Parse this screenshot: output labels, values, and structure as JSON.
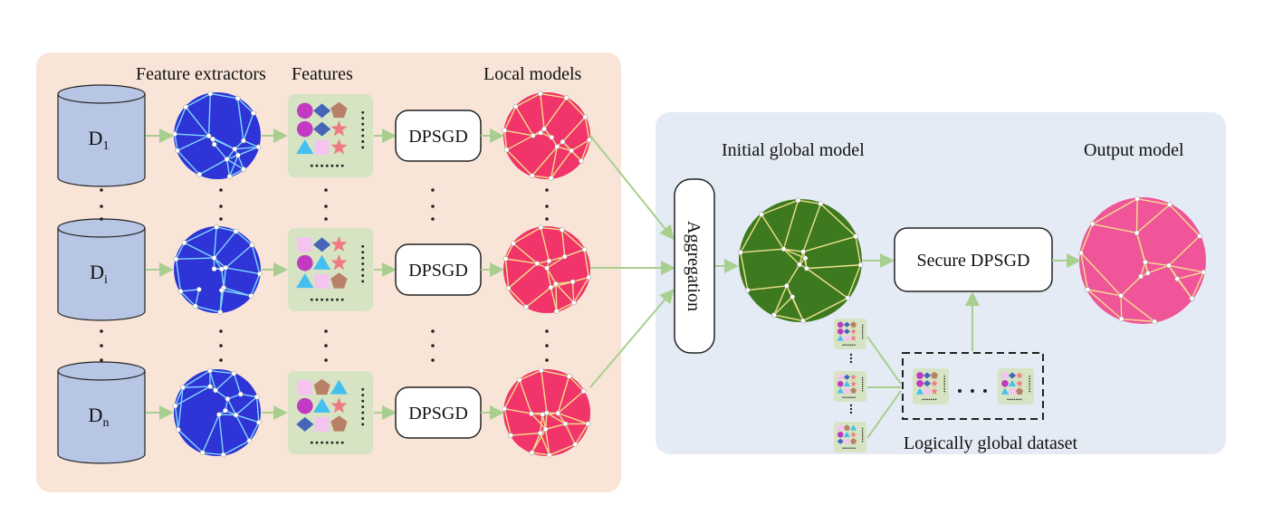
{
  "labels": {
    "feature_extractors": "Feature extractors",
    "features": "Features",
    "local_models": "Local models",
    "initial_global_model": "Initial global model",
    "output_model": "Output model",
    "aggregation": "Aggregation",
    "secure_dpsgd": "Secure DPSGD",
    "logically_global_dataset": "Logically global dataset"
  },
  "rows": [
    {
      "dataset_base": "D",
      "dataset_sub": "1",
      "dpsgd": "DPSGD",
      "feature_shapes": [
        "circle-magenta",
        "diamond-blue",
        "pentagon-brown",
        "circle-magenta",
        "diamond-blue",
        "star-salmon",
        "triangle-cyan",
        "square-pink",
        "star-salmon"
      ]
    },
    {
      "dataset_base": "D",
      "dataset_sub": "i",
      "dpsgd": "DPSGD",
      "feature_shapes": [
        "square-pink",
        "diamond-blue",
        "star-salmon",
        "circle-magenta",
        "triangle-cyan",
        "star-salmon",
        "triangle-cyan",
        "square-pink",
        "pentagon-brown"
      ]
    },
    {
      "dataset_base": "D",
      "dataset_sub": "n",
      "dpsgd": "DPSGD",
      "feature_shapes": [
        "square-pink",
        "pentagon-brown",
        "triangle-cyan",
        "circle-magenta",
        "triangle-cyan",
        "star-salmon",
        "diamond-blue",
        "square-pink",
        "pentagon-brown"
      ]
    }
  ],
  "colors": {
    "left_panel_bg": "#f8e5d7",
    "right_panel_bg": "#e4ebf5",
    "database": "#b7c6e4",
    "feature_extractor": "#2e34d6",
    "feature_extractor_edges": "#7fd7ff",
    "features_bg": "#d6e4c4",
    "local_model": "#f1346a",
    "global_model": "#3d7a1f",
    "output_model": "#f0559a",
    "model_edges": "#f2e08a",
    "arrow": "#a8cf8f"
  },
  "icons": [
    "database-icon",
    "mesh-network-icon",
    "feature-grid-icon",
    "neural-ball-icon"
  ]
}
